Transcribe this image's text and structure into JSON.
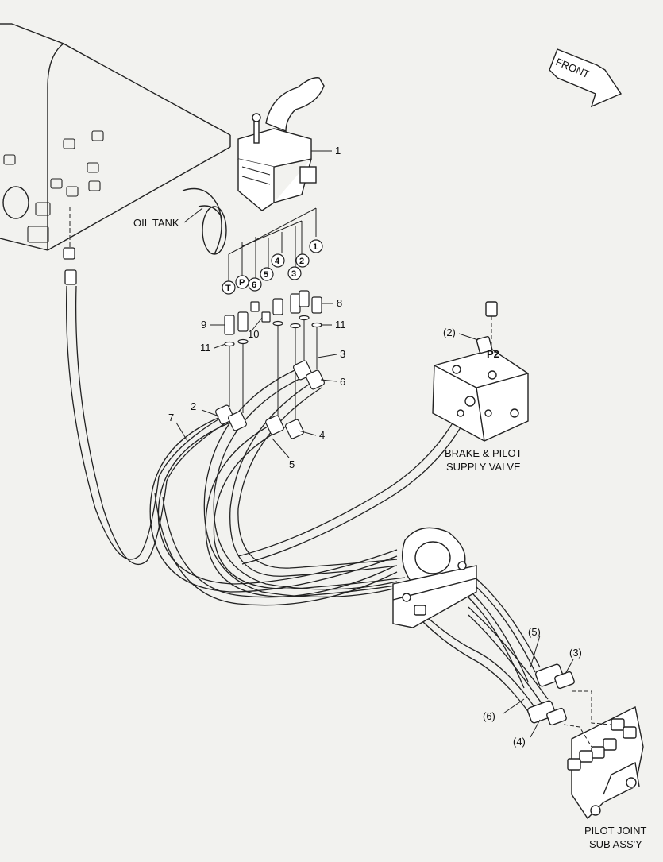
{
  "labels": {
    "front": "FRONT",
    "oil_tank": "OIL TANK",
    "brake_valve_line1": "BRAKE & PILOT",
    "brake_valve_line2": "SUPPLY VALVE",
    "pilot_joint_line1": "PILOT JOINT",
    "pilot_joint_line2": "SUB ASS'Y",
    "p2": "P2"
  },
  "callouts": {
    "n1": "1",
    "n2": "2",
    "n3": "3",
    "n4": "4",
    "n5": "5",
    "n6": "6",
    "n7": "7",
    "n8": "8",
    "n9": "9",
    "n10": "10",
    "n11a": "11",
    "n11b": "11",
    "pr2": "(2)",
    "pr3": "(3)",
    "pr4": "(4)",
    "pr5": "(5)",
    "pr6": "(6)"
  },
  "ports": {
    "T": "T",
    "P": "P",
    "p6": "6",
    "p5": "5",
    "p4": "4",
    "p3": "3",
    "p2": "2",
    "p1": "1"
  }
}
